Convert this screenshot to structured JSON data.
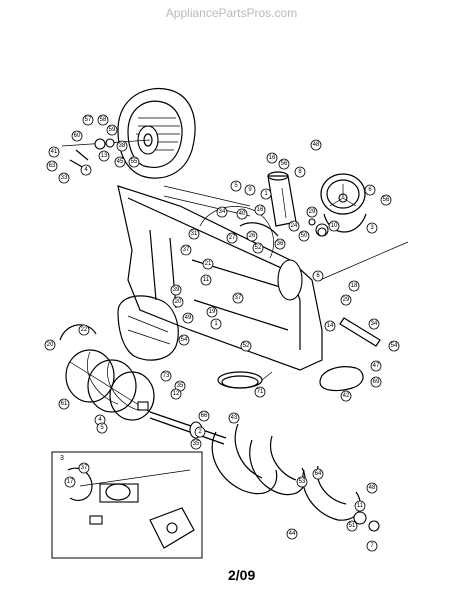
{
  "header": {
    "watermark": "AppliancePartsPros.com"
  },
  "footer": {
    "page_number": "2/09"
  },
  "inset": {
    "label": "3"
  },
  "callouts": [
    "57",
    "58",
    "59",
    "60",
    "41",
    "63",
    "33",
    "4",
    "13",
    "45",
    "55",
    "38",
    "37",
    "17",
    "16",
    "56",
    "48",
    "8",
    "6",
    "56",
    "3",
    "9",
    "5",
    "16",
    "40",
    "1",
    "34",
    "27",
    "26",
    "52",
    "36",
    "24",
    "29",
    "10",
    "50",
    "6",
    "18",
    "14",
    "29",
    "34",
    "31",
    "37",
    "21",
    "11",
    "39",
    "20",
    "37",
    "1",
    "19",
    "49",
    "22",
    "20",
    "54",
    "61",
    "4",
    "5",
    "52",
    "54",
    "47",
    "69",
    "42",
    "71",
    "66",
    "43",
    "2",
    "35",
    "73",
    "35",
    "12",
    "53",
    "64",
    "48",
    "11",
    "51",
    "7",
    "44"
  ]
}
